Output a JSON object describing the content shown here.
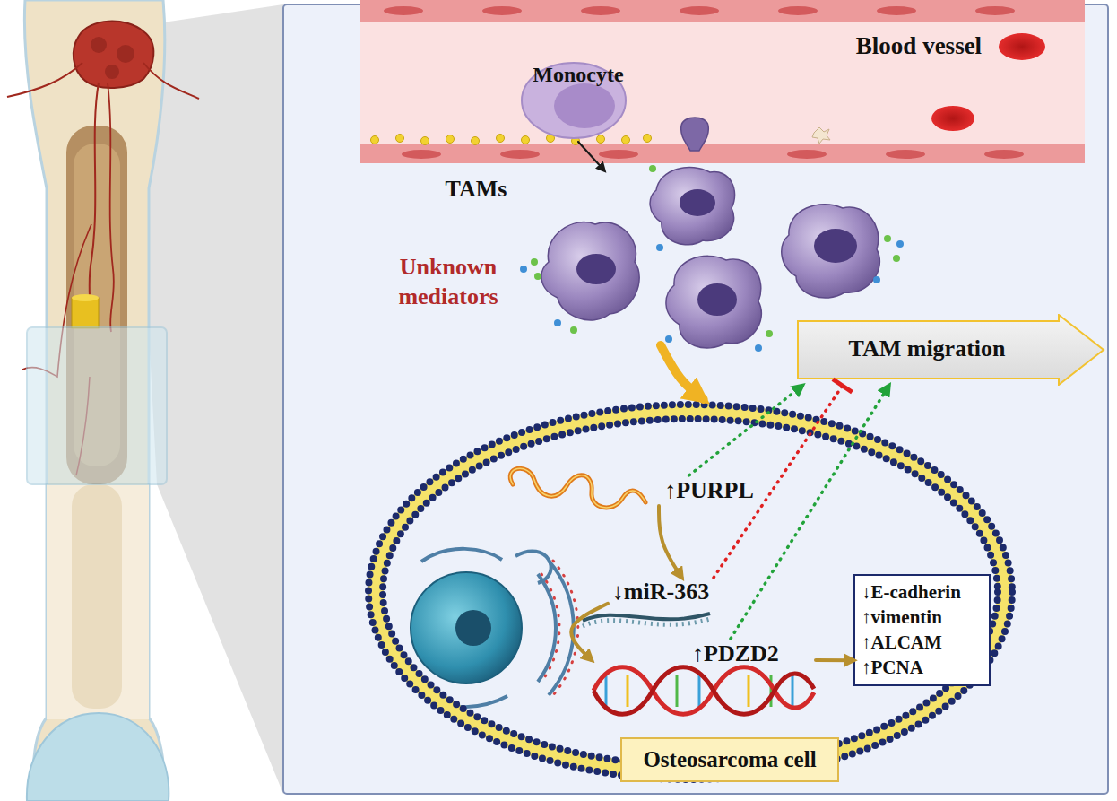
{
  "diagram": {
    "nodes": [
      {
        "text": [
          "Blood vessel"
        ]
      },
      {
        "text": [
          "Monocyte"
        ],
        "in": 0
      },
      {
        "text": [
          "TAMs"
        ]
      },
      {
        "text": [
          "TAM migration"
        ]
      },
      {
        "text": [
          "Osteosarcoma cell"
        ]
      },
      {
        "text": [
          "↑PURPL"
        ],
        "in": 4
      },
      {
        "text": [
          "↓miR-363"
        ],
        "in": 4
      },
      {
        "text": [
          "↑PDZD2"
        ],
        "in": 4
      },
      {
        "text": [
          "↓E-cadherin",
          "↑vimentin",
          "↑ALCAM",
          "↑PCNA"
        ],
        "in": 4
      }
    ],
    "edges": [
      {
        "from": 1,
        "to": 2,
        "arrow": "to"
      },
      {
        "from": 2,
        "to": 4,
        "arrow": "to"
      },
      {
        "from": 5,
        "to": 6,
        "arrow": "to"
      },
      {
        "from": 6,
        "to": 7,
        "arrow": "to"
      },
      {
        "from": 7,
        "to": 8,
        "arrow": "to"
      },
      {
        "from": 5,
        "to": 3,
        "arrow": "to"
      },
      {
        "from": 6,
        "to": 3,
        "arrow": "to"
      },
      {
        "from": 7,
        "to": 3,
        "arrow": "to"
      }
    ],
    "labels": [
      "Unknown mediators"
    ]
  }
}
